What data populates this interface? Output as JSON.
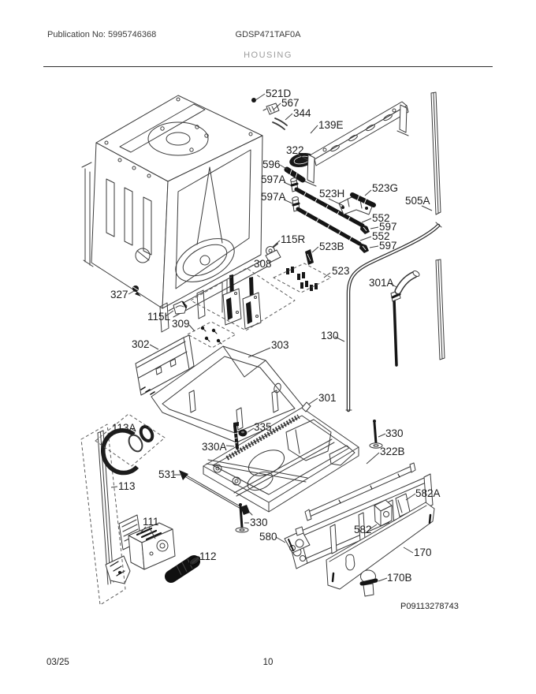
{
  "page": {
    "publication_label": "Publication No: 5995746368",
    "model_number": "GDSP471TAF0A",
    "section_title": "HOUSING",
    "diagram_id": "P09113278743",
    "footer": {
      "date": "03/25",
      "page_number": "10"
    }
  },
  "diagram": {
    "callouts": {
      "521D": "521D",
      "567": "567",
      "344": "344",
      "139E": "139E",
      "322": "322",
      "596": "596",
      "597A_1": "597A",
      "597A_2": "597A",
      "523H": "523H",
      "523G": "523G",
      "505A": "505A",
      "552_1": "552",
      "597_1": "597",
      "552_2": "552",
      "597_2": "597",
      "115R": "115R",
      "523B": "523B",
      "308": "308",
      "523": "523",
      "301A": "301A",
      "130": "130",
      "327": "327",
      "115L": "115L",
      "309": "309",
      "302": "302",
      "303": "303",
      "301": "301",
      "335": "335",
      "330A": "330A",
      "330_right": "330",
      "322B": "322B",
      "113A": "113A",
      "113": "113",
      "531": "531",
      "111": "111",
      "112": "112",
      "330_left": "330",
      "580": "580",
      "582A": "582A",
      "582": "582",
      "170": "170",
      "170B": "170B"
    }
  }
}
